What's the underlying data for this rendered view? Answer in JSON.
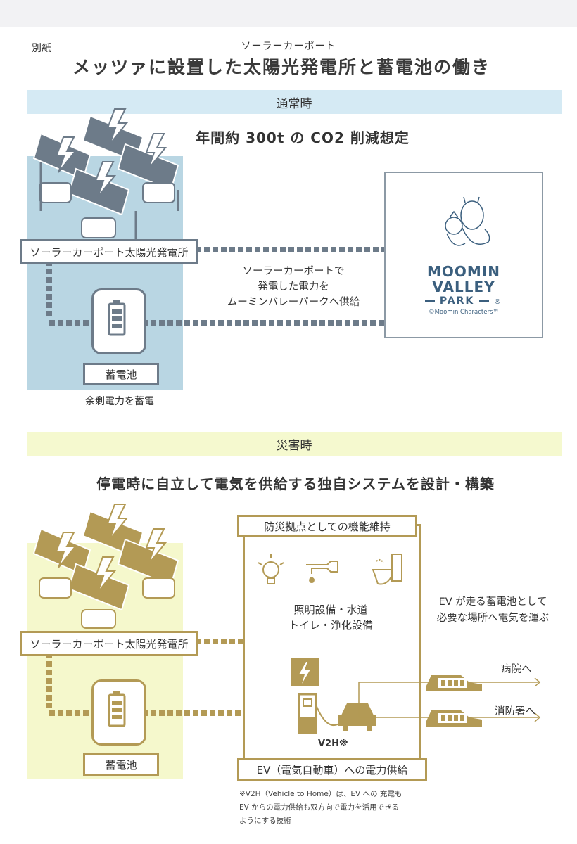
{
  "annex_label": "別紙",
  "subtitle": "ソーラーカーポート",
  "title": "メッツァに設置した太陽光発電所と蓄電池の働き",
  "normal": {
    "header": "通常時",
    "heading": "年間約 300t の CO2 削減想定",
    "carport_label": "ソーラーカーポート太陽光発電所",
    "battery_label": "蓄電池",
    "surplus_caption": "余剰電力を蓄電",
    "supply_lines": [
      "ソーラーカーポートで",
      "発電した電力を",
      "ムーミンバレーパークへ供給"
    ],
    "logo": {
      "line1": "MOOMIN",
      "line2": "VALLEY",
      "line3": "PARK",
      "registered": "®",
      "credit": "©Moomin Characters™"
    }
  },
  "disaster": {
    "header": "災害時",
    "heading": "停電時に自立して電気を供給する独自システムを設計・構築",
    "carport_label": "ソーラーカーポート太陽光発電所",
    "battery_label": "蓄電池",
    "box_top_label": "防災拠点としての機能維持",
    "facilities_lines": [
      "照明設備・水道",
      "トイレ・浄化設備"
    ],
    "v2h_label": "V2H※",
    "box_bottom_label": "EV（電気自動車）への電力供給",
    "ev_lines": [
      "EV が走る蓄電池として",
      "必要な場所へ電気を運ぶ"
    ],
    "dest_hospital": "病院へ",
    "dest_fire": "消防署へ",
    "footnote_lines": [
      "※V2H（Vehicle to Home）は、EV への 充電も",
      "EV からの電力供給も双方向で電力を活用できる",
      "ようにする技術"
    ]
  },
  "colors": {
    "steel": "#6d7b89",
    "gold": "#b39a55",
    "blue_bg": "#b9d6e3",
    "yellow_bg": "#f5f8cc",
    "header_blue": "#d5eaf4",
    "header_yellow": "#f5f9cf",
    "logo": "#3b5f7e"
  },
  "icons": [
    "lightning-icon",
    "battery-icon",
    "light-bulb-icon",
    "water-faucet-icon",
    "toilet-icon",
    "charger-icon",
    "car-icon",
    "arrow-right-icon"
  ]
}
